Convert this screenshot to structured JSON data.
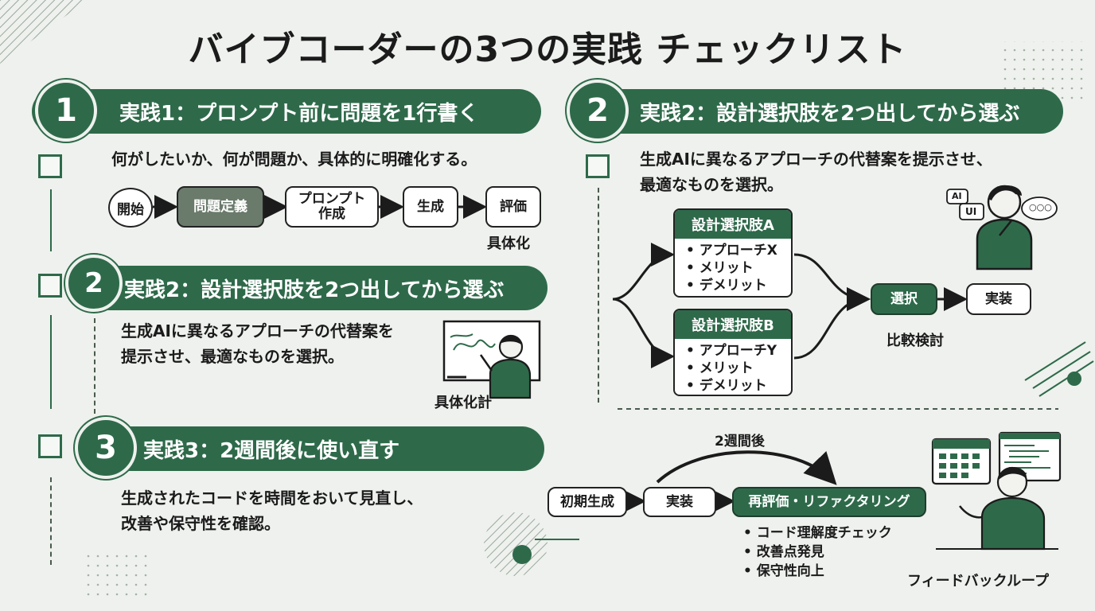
{
  "title": "バイブコーダーの3つの実践 チェックリスト",
  "practice1": {
    "number": "1",
    "label": "実践1：プロンプト前に問題を1行書く",
    "description": "何がしたいか、何が問題か、具体的に明確化する。",
    "flow": [
      "開始",
      "問題定義",
      "プロンプト\n作成",
      "生成",
      "評価"
    ],
    "caption": "具体化"
  },
  "practice2_left": {
    "number": "2",
    "label": "実践2：設計選択肢を2つ出してから選ぶ",
    "description_lines": [
      "生成AIに異なるアプローチの代替案を",
      "提示させ、最適なものを選択。"
    ],
    "caption": "具体化計"
  },
  "practice3": {
    "number": "3",
    "label": "実践3：2週間後に使い直す",
    "description_lines": [
      "生成されたコードを時間をおいて見直し、",
      "改善や保守性を確認。"
    ]
  },
  "practice2_right": {
    "number": "2",
    "label": "実践2：設計選択肢を2つ出してから選ぶ",
    "description_lines": [
      "生成AIに異なるアプローチの代替案を提示させ、",
      "最適なものを選択。"
    ],
    "option_a": {
      "title": "設計選択肢A",
      "items": [
        "アプローチX",
        "メリット",
        "デメリット"
      ]
    },
    "option_b": {
      "title": "設計選択肢B",
      "items": [
        "アプローチY",
        "メリット",
        "デメリット"
      ]
    },
    "select_label": "選択",
    "implement_label": "実装",
    "caption": "比較検討",
    "bubble_ai": "AI",
    "bubble_ui": "UI",
    "bubble_dots": "○○○"
  },
  "feedback": {
    "arc_label": "2週間後",
    "step1": "初期生成",
    "step2": "実装",
    "step3": "再評価・リファクタリング",
    "bullets": [
      "コード理解度チェック",
      "改善点発見",
      "保守性向上"
    ],
    "caption": "フィードバックループ"
  },
  "colors": {
    "accent": "#2e6a4a",
    "background": "#eef1ed",
    "gray_box": "#6a7a6b"
  }
}
